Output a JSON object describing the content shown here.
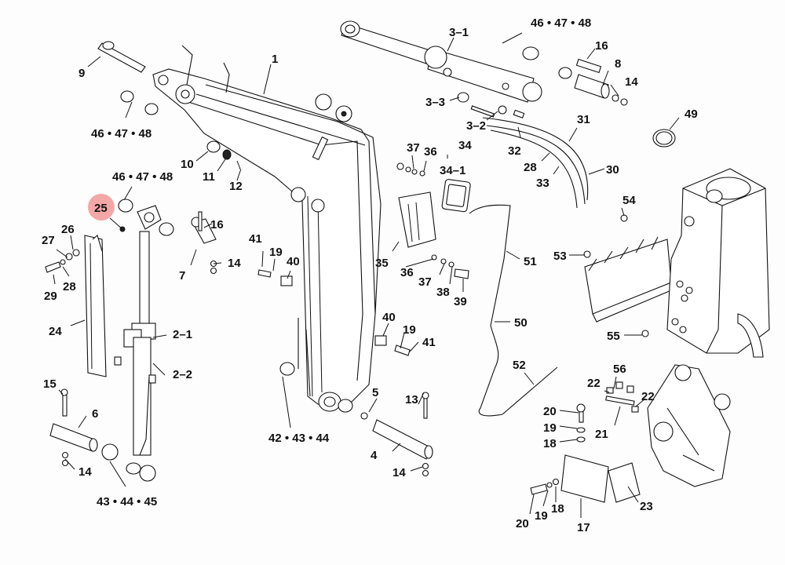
{
  "diagram": {
    "type": "exploded-parts-diagram",
    "highlight": {
      "callout": "25",
      "color": "#f4a7a7"
    },
    "callouts": [
      {
        "id": "c1",
        "text": "1"
      },
      {
        "id": "c2_1",
        "text": "2–1"
      },
      {
        "id": "c2_2",
        "text": "2–2"
      },
      {
        "id": "c3_1",
        "text": "3–1"
      },
      {
        "id": "c3_2",
        "text": "3–2"
      },
      {
        "id": "c3_3",
        "text": "3–3"
      },
      {
        "id": "c4",
        "text": "4"
      },
      {
        "id": "c5",
        "text": "5"
      },
      {
        "id": "c6",
        "text": "6"
      },
      {
        "id": "c7",
        "text": "7"
      },
      {
        "id": "c8",
        "text": "8"
      },
      {
        "id": "c9",
        "text": "9"
      },
      {
        "id": "c10",
        "text": "10"
      },
      {
        "id": "c11",
        "text": "11"
      },
      {
        "id": "c12",
        "text": "12"
      },
      {
        "id": "c13",
        "text": "13"
      },
      {
        "id": "c14a",
        "text": "14"
      },
      {
        "id": "c14b",
        "text": "14"
      },
      {
        "id": "c14c",
        "text": "14"
      },
      {
        "id": "c14d",
        "text": "14"
      },
      {
        "id": "c15",
        "text": "15"
      },
      {
        "id": "c16a",
        "text": "16"
      },
      {
        "id": "c16b",
        "text": "16"
      },
      {
        "id": "c17",
        "text": "17"
      },
      {
        "id": "c18a",
        "text": "18"
      },
      {
        "id": "c18b",
        "text": "18"
      },
      {
        "id": "c19a",
        "text": "19"
      },
      {
        "id": "c19b",
        "text": "19"
      },
      {
        "id": "c19c",
        "text": "19"
      },
      {
        "id": "c19d",
        "text": "19"
      },
      {
        "id": "c20a",
        "text": "20"
      },
      {
        "id": "c20b",
        "text": "20"
      },
      {
        "id": "c21",
        "text": "21"
      },
      {
        "id": "c22a",
        "text": "22"
      },
      {
        "id": "c22b",
        "text": "22"
      },
      {
        "id": "c23",
        "text": "23"
      },
      {
        "id": "c24",
        "text": "24"
      },
      {
        "id": "c25",
        "text": "25"
      },
      {
        "id": "c26",
        "text": "26"
      },
      {
        "id": "c27",
        "text": "27"
      },
      {
        "id": "c28a",
        "text": "28"
      },
      {
        "id": "c28b",
        "text": "28"
      },
      {
        "id": "c29",
        "text": "29"
      },
      {
        "id": "c30",
        "text": "30"
      },
      {
        "id": "c31",
        "text": "31"
      },
      {
        "id": "c32",
        "text": "32"
      },
      {
        "id": "c33",
        "text": "33"
      },
      {
        "id": "c34",
        "text": "34"
      },
      {
        "id": "c34_1",
        "text": "34–1"
      },
      {
        "id": "c35",
        "text": "35"
      },
      {
        "id": "c36a",
        "text": "36"
      },
      {
        "id": "c36b",
        "text": "36"
      },
      {
        "id": "c37a",
        "text": "37"
      },
      {
        "id": "c37b",
        "text": "37"
      },
      {
        "id": "c38",
        "text": "38"
      },
      {
        "id": "c39",
        "text": "39"
      },
      {
        "id": "c40a",
        "text": "40"
      },
      {
        "id": "c40b",
        "text": "40"
      },
      {
        "id": "c41a",
        "text": "41"
      },
      {
        "id": "c41b",
        "text": "41"
      },
      {
        "id": "c42_44",
        "text": "42 • 43 • 44"
      },
      {
        "id": "c43_45",
        "text": "43 • 44 • 45"
      },
      {
        "id": "c46_48a",
        "text": "46 • 47 • 48"
      },
      {
        "id": "c46_48b",
        "text": "46 • 47 • 48"
      },
      {
        "id": "c46_48c",
        "text": "46 • 47 • 48"
      },
      {
        "id": "c49",
        "text": "49"
      },
      {
        "id": "c50",
        "text": "50"
      },
      {
        "id": "c51",
        "text": "51"
      },
      {
        "id": "c52",
        "text": "52"
      },
      {
        "id": "c53",
        "text": "53"
      },
      {
        "id": "c54",
        "text": "54"
      },
      {
        "id": "c55",
        "text": "55"
      },
      {
        "id": "c56",
        "text": "56"
      }
    ]
  }
}
